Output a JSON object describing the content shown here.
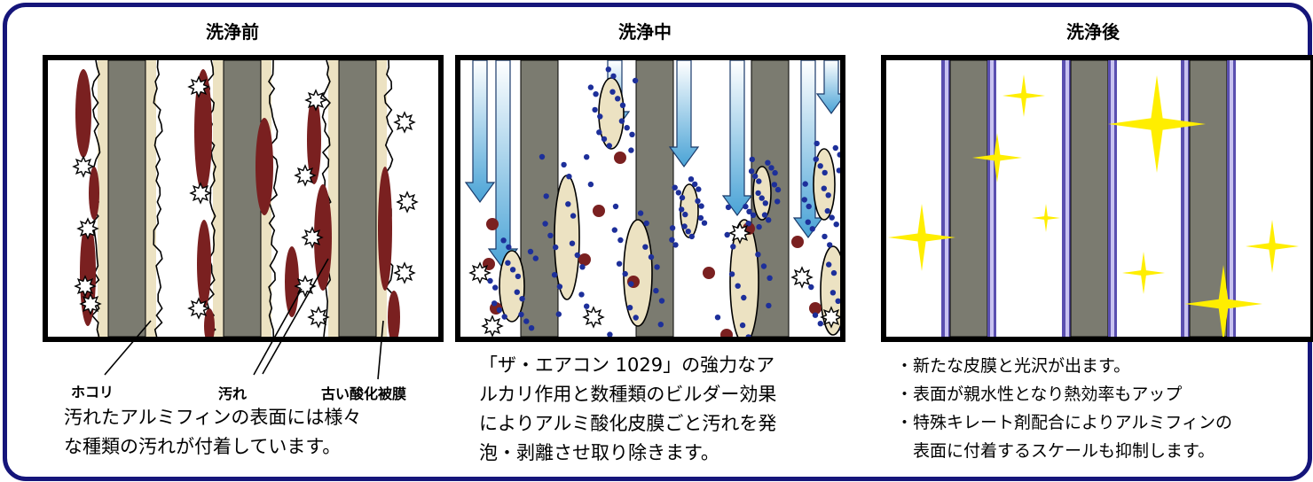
{
  "panels": [
    {
      "title": "洗浄前"
    },
    {
      "title": "洗浄中"
    },
    {
      "title": "洗浄後"
    }
  ],
  "labels": {
    "dust": "ホコリ",
    "dirt": "汚れ",
    "old_film": "古い酸化被膜"
  },
  "descriptions": {
    "before": [
      "汚れたアルミフィンの表面には様々",
      "な種類の汚れが付着しています。"
    ],
    "during": [
      "「ザ・エアコン 1029」の強力なア",
      "ルカリ作用と数種類のビルダー効果",
      "によりアルミ酸化皮膜ごと汚れを発",
      "泡・剥離させ取り除きます。"
    ],
    "after": [
      "・新たな皮膜と光沢が出ます。",
      "・表面が親水性となり熱効率もアップ",
      "・特殊キレート剤配合によりアルミフィンの",
      "　表面に付着するスケールも抑制します。"
    ]
  },
  "colors": {
    "frame": "#15157a",
    "fin": "#7b7b70",
    "oxide_film": "#ece2c2",
    "dirt": "#7a2020",
    "arrow": "#4aa3d6",
    "bubble": "#1d2f9a",
    "new_film": "#5a4fb0",
    "sparkle": "#ffee00"
  },
  "icons": [
    "dust-burst-icon",
    "dirt-blob-icon",
    "down-arrow-icon",
    "bubble-icon",
    "sparkle-icon"
  ]
}
